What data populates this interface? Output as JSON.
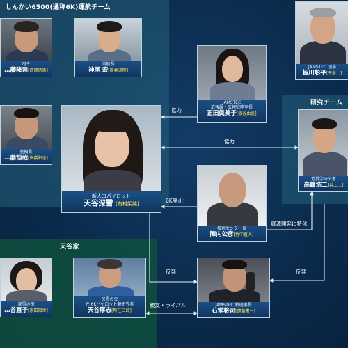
{
  "groups": {
    "crew": "しんかい6500(通称6K)運航チーム",
    "research": "研究チーム",
    "family": "天谷家"
  },
  "people": {
    "p1": {
      "role": "司令",
      "name": "…藤隆司",
      "actor": "[西岡徳馬]"
    },
    "p2": {
      "role": "潜航長",
      "name": "神尾 宏",
      "actor": "[筒井道隆]"
    },
    "p3": {
      "role": "整備長",
      "name": "…藤恒哉",
      "actor": "[高橋和也]"
    },
    "p4": {
      "role": "新人コパイロット",
      "name": "天谷深雪",
      "actor": "[有村架純]"
    },
    "p5": {
      "role1": "JAMSTEC",
      "role2": "広報課・広報戦略室長",
      "name": "正田眞美子",
      "actor": "[板谷由夏]"
    },
    "p6": {
      "role": "JAMSTEC 理事",
      "name": "皆川彰平",
      "actor": "[平泉…]"
    },
    "p7": {
      "role": "地質学研究者",
      "name": "高峰浩二",
      "actor": "[井上…]"
    },
    "p8": {
      "role": "技術センター長",
      "name": "陣内公彦",
      "actor": "[竹中直人]"
    },
    "p9": {
      "role": "深雪の母",
      "name": "…谷直子",
      "actor": "[原田知世]"
    },
    "p10": {
      "role1": "深雪の父",
      "role2": "元 6Kパイロット兼研究者",
      "name": "天谷厚志",
      "actor": "[時任三郎]"
    },
    "p11": {
      "role": "JAMSTEC 新理事長",
      "name": "石堂将司",
      "actor": "[遠藤憲一]"
    }
  },
  "relations": {
    "r1": "協力",
    "r2": "協力",
    "r3": "6K廃止!",
    "r4": "資源開発に特化",
    "r5": "反発",
    "r6": "反発",
    "r7": "親友・ライバル"
  },
  "colors": {
    "line": "#e6eef7",
    "caption": "#1b4f86",
    "actor": "#ffe25a"
  }
}
